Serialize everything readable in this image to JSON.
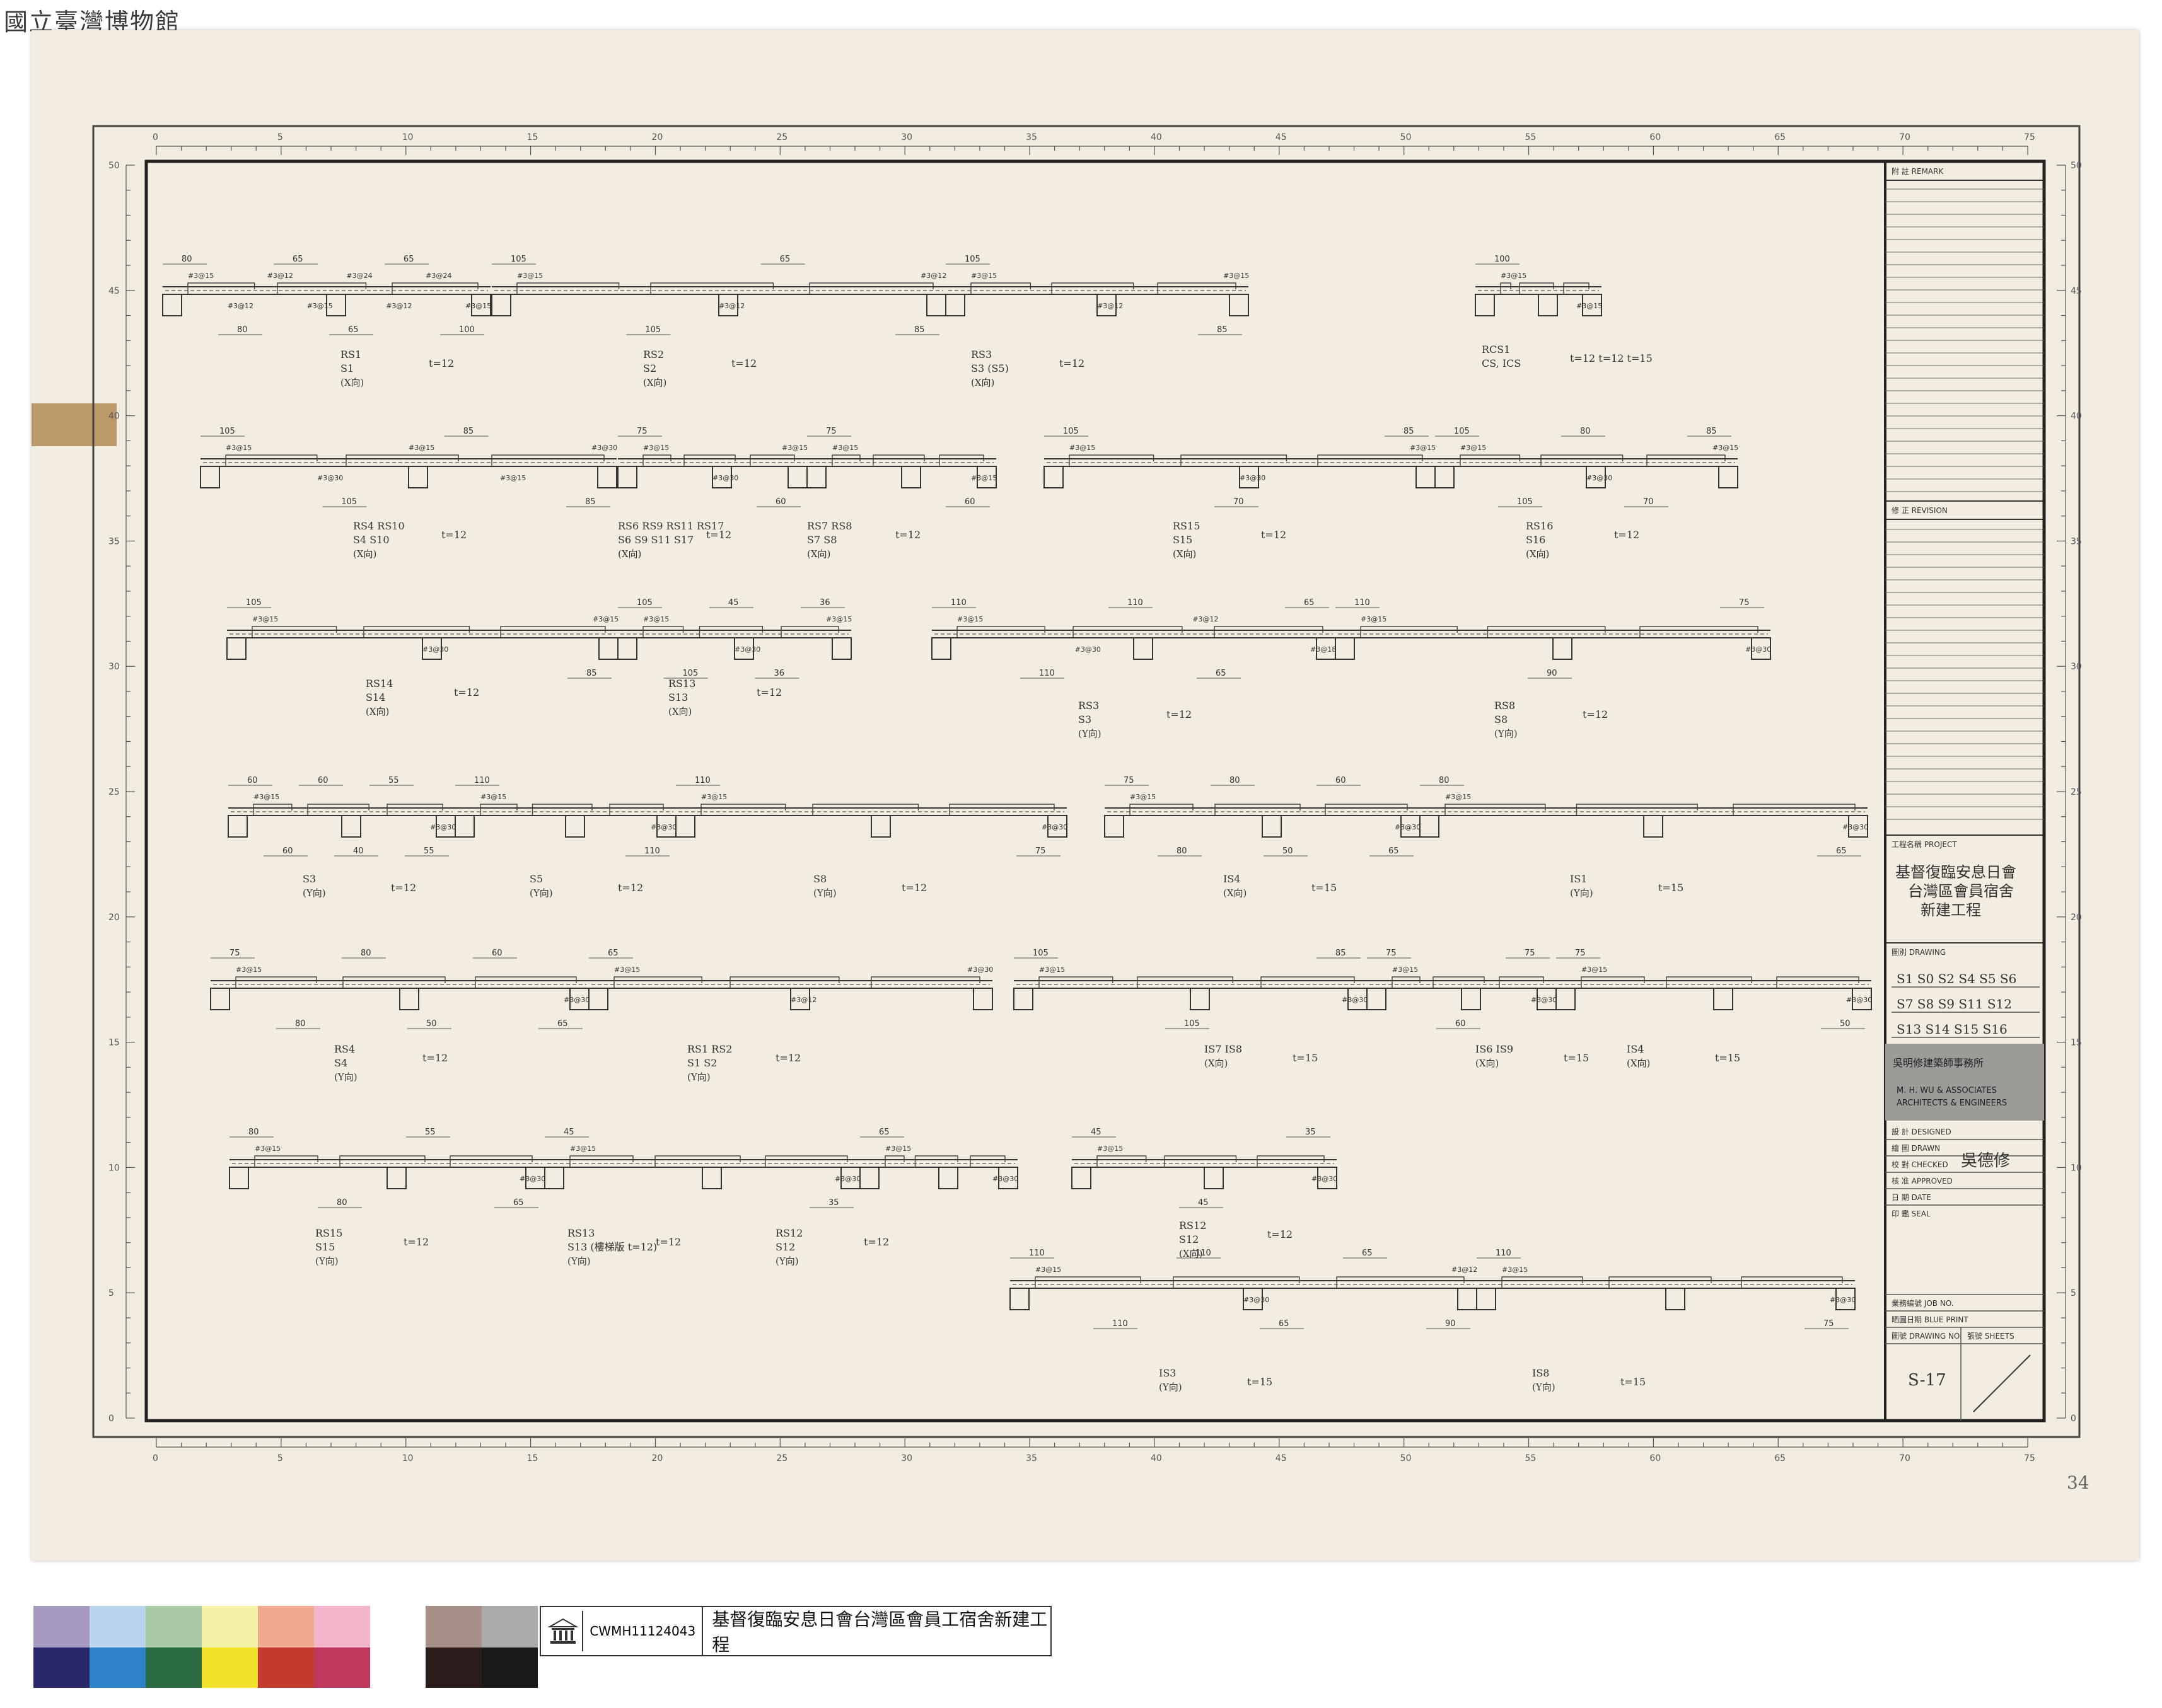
{
  "watermark": "國立臺灣博物館",
  "archive_card": {
    "code": "CWMH11124043",
    "title": "基督復臨安息日會台灣區會員工宿舍新建工程",
    "logo_icon": "museum-building-icon"
  },
  "page_corner_note": "34",
  "ruler": {
    "horizontal": [
      "0",
      "5",
      "10",
      "15",
      "20",
      "25",
      "30",
      "35",
      "40",
      "45",
      "50",
      "55",
      "60",
      "65",
      "70",
      "75"
    ],
    "vertical": [
      "50",
      "45",
      "40",
      "35",
      "30",
      "25",
      "20",
      "15",
      "10",
      "5",
      "0"
    ]
  },
  "title_block": {
    "remark_label": "附 註 REMARK",
    "revision_label": "修 正 REVISION",
    "project_label": "工程名稱 PROJECT",
    "project_name": [
      "基督復臨安息日會",
      "台灣區會員宿舍",
      "新建工程"
    ],
    "drawing_label": "圖別 DRAWING",
    "drawing_value": [
      "S1 S0 S2 S4 S5 S6",
      "S7 S8 S9 S11 S12",
      "S13 S14 S15 S16"
    ],
    "firm_cn": "吳明修建築師事務所",
    "firm_en": [
      "M. H. WU & ASSOCIATES",
      "ARCHITECTS & ENGINEERS"
    ],
    "designed_label": "設 計 DESIGNED",
    "drawn_label": "繪 圖 DRAWN",
    "checked_label": "校 對 CHECKED",
    "checked_sign": "吳德修",
    "approved_label": "核 准 APPROVED",
    "date_label": "日 期 DATE",
    "seal_label": "印 鑑 SEAL",
    "job_label": "業務編號 JOB NO.",
    "blueprint_label": "晒圖日期 BLUE PRINT",
    "drawing_no_label": "圖號 DRAWING NO.",
    "sheets_label": "張號 SHEETS",
    "drawing_no_value": "S-17"
  },
  "slabs": [
    {
      "id": "row1-a",
      "name": "RS1",
      "sub": "S1",
      "dir": "(X向)",
      "t": "t=12",
      "bars": [
        "#3@15",
        "#3@12",
        "#3@12",
        "#3@15",
        "#3@24",
        "#3@12",
        "#3@24",
        "#3@15"
      ],
      "dims": [
        "80",
        "80",
        "65",
        "65",
        "65",
        "100"
      ]
    },
    {
      "id": "row1-b",
      "name": "RS2",
      "sub": "S2",
      "dir": "(X向)",
      "t": "t=12",
      "bars": [
        "#3@15",
        "#3@12",
        "#3@12"
      ],
      "dims": [
        "105",
        "105",
        "65",
        "85"
      ]
    },
    {
      "id": "row1-c",
      "name": "RS3",
      "sub": "S3 (S5)",
      "dir": "(X向)",
      "t": "t=12",
      "bars": [
        "#3@15",
        "#3@12",
        "#3@15"
      ],
      "dims": [
        "105",
        "85"
      ]
    },
    {
      "id": "row1-d",
      "name": "RCS1",
      "sub": "CS, ICS",
      "dir": "",
      "t": "t=12 t=12 t=15",
      "bars": [
        "#3@15",
        "#3@15"
      ],
      "dims": [
        "100"
      ]
    },
    {
      "id": "row2-a",
      "name": "RS4 RS10",
      "sub": "S4 S10",
      "dir": "(X向)",
      "t": "t=12",
      "bars": [
        "#3@15",
        "#3@30",
        "#3@15",
        "#3@15",
        "#3@30"
      ],
      "dims": [
        "105",
        "105",
        "85",
        "85"
      ]
    },
    {
      "id": "row2-b",
      "name": "RS6 RS9 RS11 RS17",
      "sub": "S6 S9 S11 S17",
      "dir": "(X向)",
      "t": "t=12",
      "bars": [
        "#3@15",
        "#3@30",
        "#3@15"
      ],
      "dims": [
        "75",
        "60"
      ]
    },
    {
      "id": "row2-c",
      "name": "RS7 RS8",
      "sub": "S7 S8",
      "dir": "(X向)",
      "t": "t=12",
      "bars": [
        "#3@15",
        "#3@15"
      ],
      "dims": [
        "75",
        "60"
      ]
    },
    {
      "id": "row2-d",
      "name": "RS15",
      "sub": "S15",
      "dir": "(X向)",
      "t": "t=12",
      "bars": [
        "#3@15",
        "#3@30",
        "#3@15"
      ],
      "dims": [
        "105",
        "70",
        "85"
      ]
    },
    {
      "id": "row2-e",
      "name": "RS16",
      "sub": "S16",
      "dir": "(X向)",
      "t": "t=12",
      "bars": [
        "#3@15",
        "#3@30",
        "#3@15"
      ],
      "dims": [
        "105",
        "105",
        "80",
        "70",
        "85"
      ]
    },
    {
      "id": "row3-a",
      "name": "RS14",
      "sub": "S14",
      "dir": "(X向)",
      "t": "t=12",
      "bars": [
        "#3@15",
        "#3@30",
        "#3@15"
      ],
      "dims": [
        "105",
        "85"
      ]
    },
    {
      "id": "row3-b",
      "name": "RS13",
      "sub": "S13",
      "dir": "(X向)",
      "t": "t=12",
      "bars": [
        "#3@15",
        "#3@30",
        "#3@15"
      ],
      "dims": [
        "105",
        "105",
        "45",
        "36",
        "36"
      ]
    },
    {
      "id": "row3-c",
      "name": "RS3",
      "sub": "S3",
      "dir": "(Y向)",
      "t": "t=12",
      "bars": [
        "#3@15",
        "#3@30",
        "#3@12",
        "#3@18"
      ],
      "dims": [
        "110",
        "110",
        "110",
        "65",
        "65"
      ]
    },
    {
      "id": "row3-d",
      "name": "RS8",
      "sub": "S8",
      "dir": "(Y向)",
      "t": "t=12",
      "bars": [
        "#3@15",
        "#3@30"
      ],
      "dims": [
        "110",
        "90",
        "75"
      ]
    },
    {
      "id": "row4-a",
      "name": "S3",
      "sub": "",
      "dir": "(Y向)",
      "t": "t=12",
      "bars": [
        "#3@15",
        "#3@30"
      ],
      "dims": [
        "60",
        "60",
        "60",
        "40",
        "55",
        "55"
      ]
    },
    {
      "id": "row4-b",
      "name": "S5",
      "sub": "",
      "dir": "(Y向)",
      "t": "t=12",
      "bars": [
        "#3@15",
        "#3@30"
      ],
      "dims": [
        "110",
        "110"
      ]
    },
    {
      "id": "row4-c",
      "name": "S8",
      "sub": "",
      "dir": "(Y向)",
      "t": "t=12",
      "bars": [
        "#3@15",
        "#3@30"
      ],
      "dims": [
        "110",
        "75"
      ]
    },
    {
      "id": "row4-d",
      "name": "IS4",
      "sub": "",
      "dir": "(X向)",
      "t": "t=15",
      "bars": [
        "#3@15",
        "#3@30"
      ],
      "dims": [
        "75",
        "80",
        "80",
        "50",
        "60",
        "65"
      ]
    },
    {
      "id": "row4-e",
      "name": "IS1",
      "sub": "",
      "dir": "(Y向)",
      "t": "t=15",
      "bars": [
        "#3@15",
        "#3@30"
      ],
      "dims": [
        "80",
        "65"
      ]
    },
    {
      "id": "row5-a",
      "name": "RS4",
      "sub": "S4",
      "dir": "(Y向)",
      "t": "t=12",
      "bars": [
        "#3@15",
        "#3@30"
      ],
      "dims": [
        "75",
        "80",
        "80",
        "50",
        "60",
        "65"
      ]
    },
    {
      "id": "row5-b",
      "name": "RS1 RS2",
      "sub": "S1 S2",
      "dir": "(Y向)",
      "t": "t=12",
      "bars": [
        "#3@15",
        "#3@12",
        "#3@30"
      ],
      "dims": [
        "65"
      ]
    },
    {
      "id": "row5-c",
      "name": "IS7 IS8",
      "sub": "",
      "dir": "(X向)",
      "t": "t=15",
      "bars": [
        "#3@15",
        "#3@30"
      ],
      "dims": [
        "105",
        "105",
        "85"
      ]
    },
    {
      "id": "row5-d",
      "name": "IS6 IS9",
      "sub": "",
      "dir": "(X向)",
      "t": "t=15",
      "bars": [
        "#3@15",
        "#3@30"
      ],
      "dims": [
        "75",
        "60",
        "75"
      ]
    },
    {
      "id": "row5-e",
      "name": "IS4",
      "sub": "",
      "dir": "(X向)",
      "t": "t=15",
      "bars": [
        "#3@15",
        "#3@30"
      ],
      "dims": [
        "75",
        "50"
      ]
    },
    {
      "id": "row6-a",
      "name": "RS15",
      "sub": "S15",
      "dir": "(Y向)",
      "t": "t=12",
      "bars": [
        "#3@15",
        "#3@30"
      ],
      "dims": [
        "80",
        "80",
        "55",
        "65"
      ]
    },
    {
      "id": "row6-b",
      "name": "RS13",
      "sub": "S13 (樓梯版 t=12)",
      "dir": "(Y向)",
      "t": "t=12",
      "bars": [
        "#3@15",
        "#3@30"
      ],
      "dims": [
        "45",
        "35"
      ]
    },
    {
      "id": "row6-c",
      "name": "RS12",
      "sub": "S12",
      "dir": "(Y向)",
      "t": "t=12",
      "bars": [
        "#3@15",
        "#3@30"
      ],
      "dims": [
        "65"
      ]
    },
    {
      "id": "row6-d",
      "name": "RS12",
      "sub": "S12",
      "dir": "(X向)",
      "t": "t=12",
      "bars": [
        "#3@15",
        "#3@30"
      ],
      "dims": [
        "45",
        "45",
        "35"
      ]
    },
    {
      "id": "row7-a",
      "name": "IS3",
      "sub": "",
      "dir": "(Y向)",
      "t": "t=15",
      "bars": [
        "#3@15",
        "#3@30",
        "#3@12"
      ],
      "dims": [
        "110",
        "110",
        "110",
        "65",
        "65",
        "90"
      ]
    },
    {
      "id": "row7-b",
      "name": "IS8",
      "sub": "",
      "dir": "(Y向)",
      "t": "t=15",
      "bars": [
        "#3@15",
        "#3@30"
      ],
      "dims": [
        "110",
        "75"
      ]
    }
  ]
}
